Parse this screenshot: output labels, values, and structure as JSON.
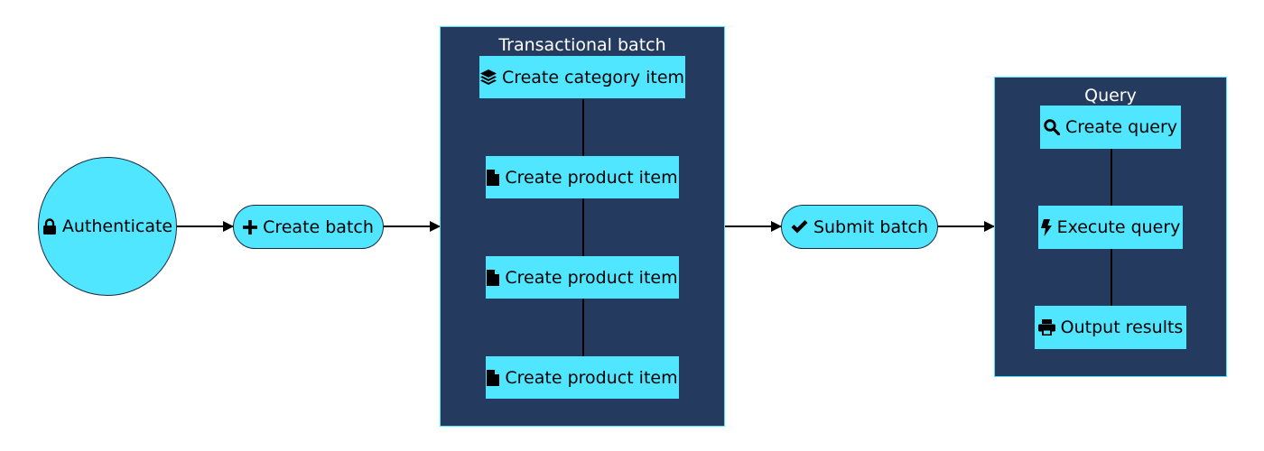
{
  "nodes": {
    "authenticate": {
      "label": "Authenticate",
      "icon": "lock-icon"
    },
    "create_batch": {
      "label": "Create batch",
      "icon": "plus-icon"
    },
    "submit_batch": {
      "label": "Submit batch",
      "icon": "check-icon"
    }
  },
  "transactional_batch": {
    "title": "Transactional batch",
    "items": [
      {
        "label": "Create category item",
        "icon": "layers-icon"
      },
      {
        "label": "Create product item",
        "icon": "file-icon"
      },
      {
        "label": "Create product item",
        "icon": "file-icon"
      },
      {
        "label": "Create product item",
        "icon": "file-icon"
      }
    ]
  },
  "query": {
    "title": "Query",
    "items": [
      {
        "label": "Create query",
        "icon": "search-icon"
      },
      {
        "label": "Execute query",
        "icon": "bolt-icon"
      },
      {
        "label": "Output results",
        "icon": "print-icon"
      }
    ]
  },
  "colors": {
    "node_fill": "#50e6ff",
    "cluster_fill": "#243a5e",
    "cluster_border": "#50e6ff",
    "edge": "#000000",
    "cluster_title": "#ffffff"
  }
}
